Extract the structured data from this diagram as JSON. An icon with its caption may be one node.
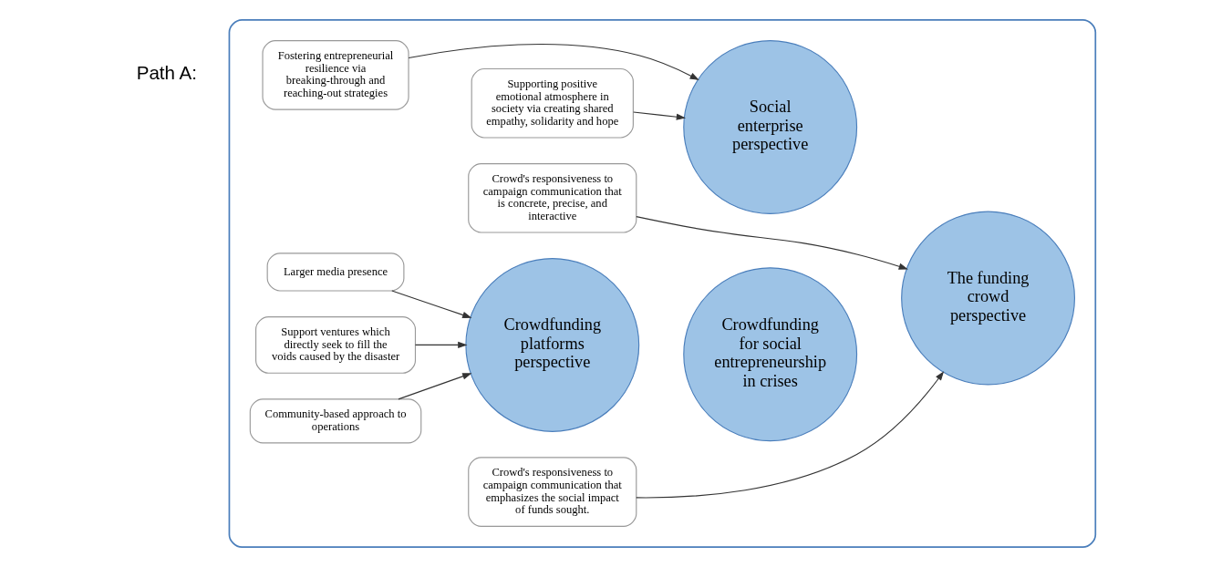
{
  "diagram": {
    "nodes": [
      {
        "text": [],
        "shape": "box"
      },
      {
        "text": [
          "Social enterprise perspective"
        ],
        "in": 0
      },
      {
        "text": [
          "Crowdfunding for social entrepreneurship in crises"
        ],
        "in": 0
      },
      {
        "text": [
          "The funding crowd perspective"
        ],
        "in": 0
      },
      {
        "text": [
          "Crowdfunding platforms perspective"
        ],
        "in": 0
      },
      {
        "text": [
          "Fostering entrepreneurial resilience via breaking-through and reaching-out strategies"
        ],
        "in": 0
      },
      {
        "text": [
          "Supporting positive emotional atmosphere in society via creating shared empathy, solidarity and hope"
        ],
        "in": 0
      },
      {
        "text": [
          "Crowd's responsiveness to campaign communication that is concrete, precise, and interactive"
        ],
        "in": 0
      },
      {
        "text": [
          "Larger media presence"
        ],
        "in": 0
      },
      {
        "text": [
          "Support ventures which directly seek to fill the voids caused by the disaster"
        ],
        "in": 0
      },
      {
        "text": [
          "Community-based approach to operations"
        ],
        "in": 0
      },
      {
        "text": [
          "Crowd's responsiveness to campaign communication that emphasizes the social impact of funds sought."
        ],
        "in": 0
      }
    ],
    "edges": [
      {
        "from": 5,
        "to": 1,
        "arrow": "to"
      },
      {
        "from": 6,
        "to": 1,
        "arrow": "to"
      },
      {
        "from": 7,
        "to": 3,
        "arrow": "to"
      },
      {
        "from": 8,
        "to": 4,
        "arrow": "to"
      },
      {
        "from": 9,
        "to": 4,
        "arrow": "to"
      },
      {
        "from": 10,
        "to": 4,
        "arrow": "to"
      },
      {
        "from": 11,
        "to": 3,
        "arrow": "to"
      }
    ],
    "labels": [
      "Path A:"
    ]
  }
}
